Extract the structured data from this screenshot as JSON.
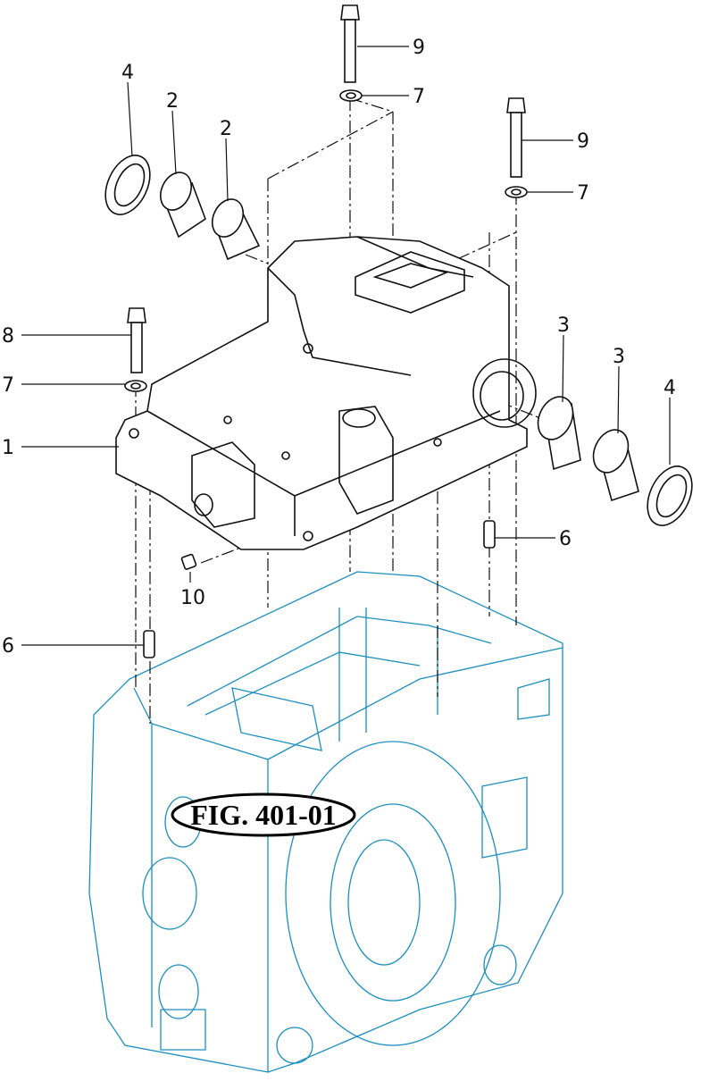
{
  "figure": {
    "label": "FIG. 401-01"
  },
  "callouts": [
    "9",
    "7",
    "9",
    "7",
    "4",
    "2",
    "2",
    "8",
    "7",
    "1",
    "3",
    "3",
    "4",
    "6",
    "10",
    "6"
  ],
  "colors": {
    "housing": "#1a8fc0",
    "parts": "#111111"
  }
}
